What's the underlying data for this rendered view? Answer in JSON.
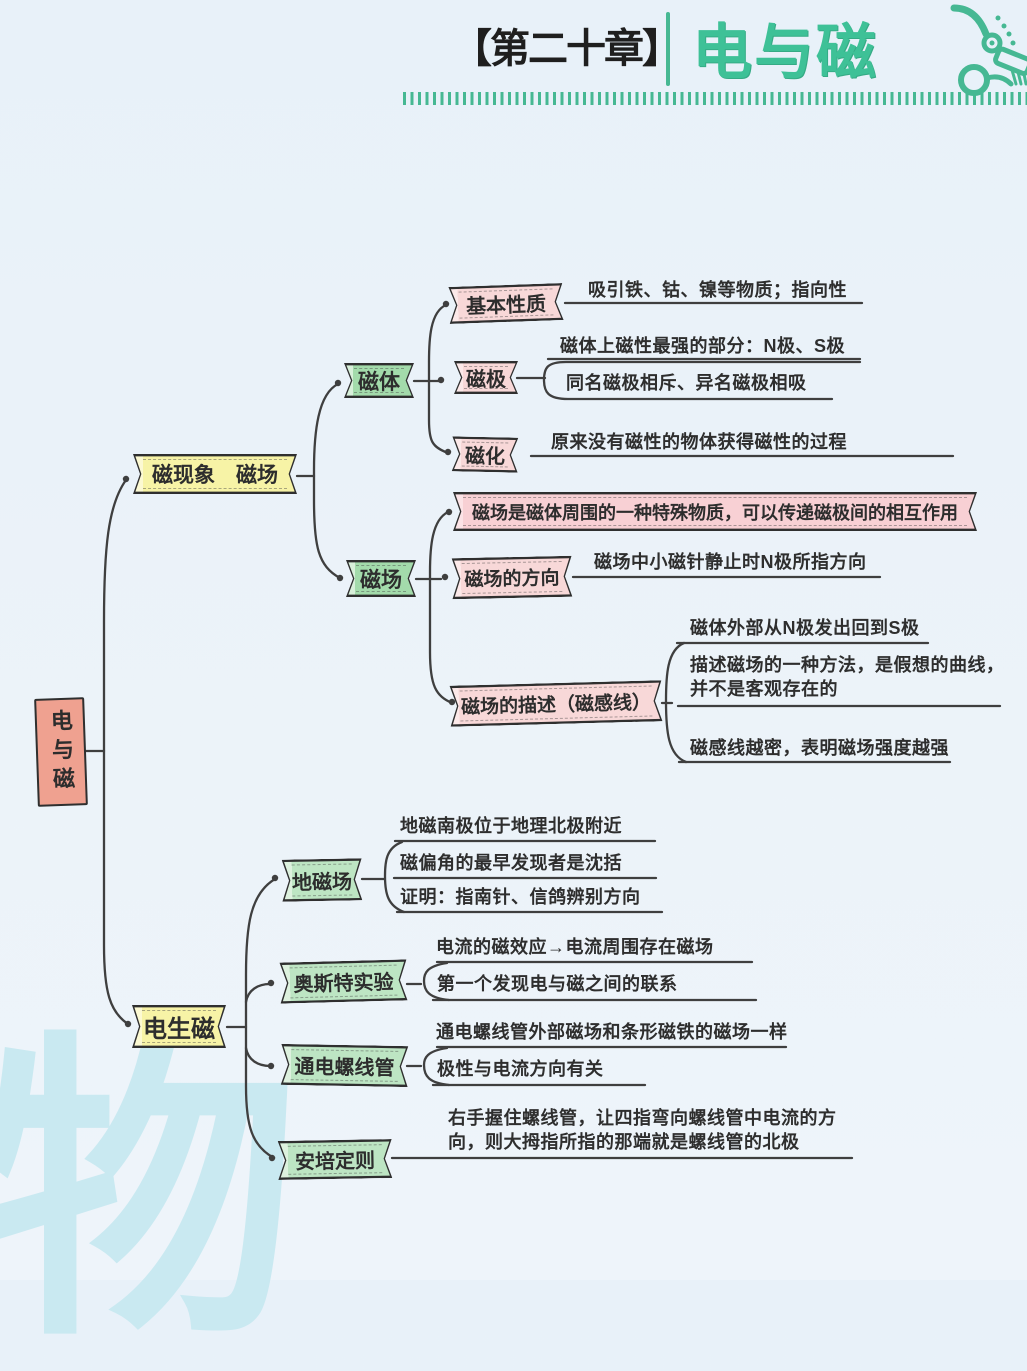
{
  "header": {
    "chapter": "【第二十章】",
    "title": "电与磁"
  },
  "watermark": "物",
  "colors": {
    "accent_teal": "#46b893",
    "root_pink": "#efa190",
    "branch_yellow": "#f7f3a6",
    "node_green": "#a3dbab",
    "node_green_light": "#bde5c3",
    "node_pink": "#f8d8d8",
    "banner_pink": "#f8d0d4",
    "line": "#3b3b3b",
    "background": "#e9f1f8",
    "watermark_color": "#c9e9f1"
  },
  "mindmap": {
    "root": {
      "label": "电与磁"
    },
    "branch1": {
      "label": "磁现象　磁场",
      "magnet": {
        "label": "磁体",
        "basic": {
          "label": "基本性质",
          "note": "吸引铁、钴、镍等物质；指向性"
        },
        "poles": {
          "label": "磁极",
          "note1": "磁体上磁性最强的部分：N极、S极",
          "note2": "同名磁极相斥、异名磁极相吸"
        },
        "magnetization": {
          "label": "磁化",
          "note": "原来没有磁性的物体获得磁性的过程"
        }
      },
      "field": {
        "label": "磁场",
        "definition": "磁场是磁体周围的一种特殊物质，可以传递磁极间的相互作用",
        "direction": {
          "label": "磁场的方向",
          "note": "磁场中小磁针静止时N极所指方向"
        },
        "description": {
          "label": "磁场的描述（磁感线）",
          "note1": "磁体外部从N极发出回到S极",
          "note2": "描述磁场的一种方法，是假想的曲线，并不是客观存在的",
          "note3": "磁感线越密，表明磁场强度越强"
        }
      }
    },
    "branch2": {
      "label": "电生磁",
      "geomagnetic": {
        "label": "地磁场",
        "note1": "地磁南极位于地理北极附近",
        "note2": "磁偏角的最早发现者是沈括",
        "note3": "证明：指南针、信鸽辨别方向"
      },
      "oersted": {
        "label": "奥斯特实验",
        "note1": "电流的磁效应→电流周围存在磁场",
        "note2": "第一个发现电与磁之间的联系"
      },
      "solenoid": {
        "label": "通电螺线管",
        "note1": "通电螺线管外部磁场和条形磁铁的磁场一样",
        "note2": "极性与电流方向有关"
      },
      "ampere": {
        "label": "安培定则",
        "note": "右手握住螺线管，让四指弯向螺线管中电流的方向，则大拇指所指的那端就是螺线管的北极"
      }
    }
  }
}
